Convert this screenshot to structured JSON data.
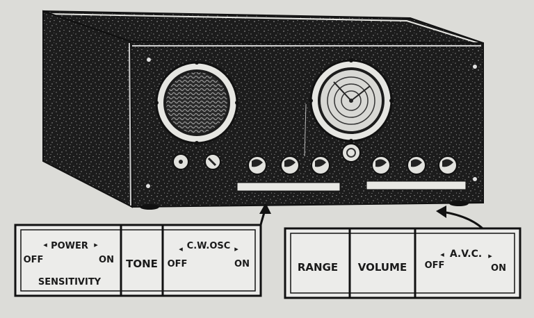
{
  "panel_left": {
    "power": {
      "title": "POWER",
      "off": "OFF",
      "on": "ON",
      "sub": "SENSITIVITY"
    },
    "tone": "TONE",
    "cw_osc": {
      "title": "C.W.OSC",
      "off": "OFF",
      "on": "ON"
    }
  },
  "panel_right": {
    "range": "RANGE",
    "volume": "VOLUME",
    "avc": {
      "title": "A.V.C.",
      "off": "OFF",
      "on": "ON"
    }
  },
  "colors": {
    "paper": "#dcdcd8",
    "ink": "#1a1a1a",
    "cabinet": "#1c1c1c"
  }
}
